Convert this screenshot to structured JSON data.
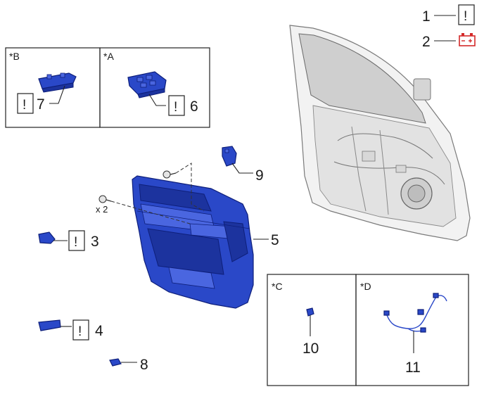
{
  "legend": {
    "items": [
      {
        "number": "1",
        "symbol": "!",
        "color": "#1a1a1a"
      },
      {
        "number": "2",
        "symbol": "battery-icon",
        "color": "#d42a2a"
      }
    ]
  },
  "insets": {
    "b": {
      "tag": "*B"
    },
    "a": {
      "tag": "*A"
    },
    "c": {
      "tag": "*C"
    },
    "d": {
      "tag": "*D"
    }
  },
  "callouts": [
    {
      "number": "3",
      "symbol": "!"
    },
    {
      "number": "4",
      "symbol": "!"
    },
    {
      "number": "5"
    },
    {
      "number": "6",
      "symbol": "!"
    },
    {
      "number": "7",
      "symbol": "!"
    },
    {
      "number": "8"
    },
    {
      "number": "9"
    },
    {
      "number": "10"
    },
    {
      "number": "11"
    }
  ],
  "fastener_note": "x 2",
  "colors": {
    "part_blue": "#2a48c8",
    "battery_red": "#d42a2a",
    "door_gray": "#f2f2f2"
  }
}
